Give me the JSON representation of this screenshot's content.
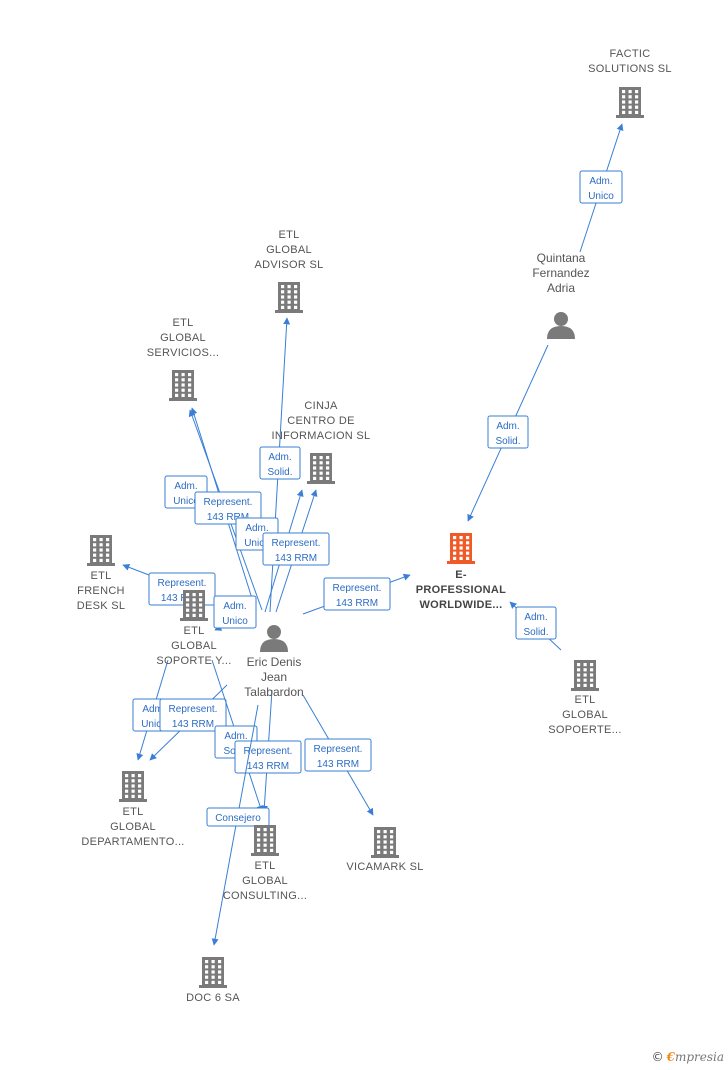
{
  "colors": {
    "edge": "#3a7fd5",
    "node": "#7a7a7a",
    "focus_node": "#f05a28",
    "label": "#555555"
  },
  "nodes": [
    {
      "id": "factic",
      "type": "company",
      "lines": [
        "FACTIC",
        "SOLUTIONS  SL"
      ]
    },
    {
      "id": "quintana",
      "type": "person",
      "lines": [
        "Quintana",
        "Fernandez",
        "Adria"
      ]
    },
    {
      "id": "advisor",
      "type": "company",
      "lines": [
        "ETL",
        "GLOBAL",
        "ADVISOR  SL"
      ]
    },
    {
      "id": "servicios",
      "type": "company",
      "lines": [
        "ETL",
        "GLOBAL",
        "SERVICIOS..."
      ]
    },
    {
      "id": "cinja",
      "type": "company",
      "lines": [
        "CINJA",
        "CENTRO DE",
        "INFORMACION SL"
      ]
    },
    {
      "id": "eprof",
      "type": "company",
      "focus": true,
      "lines": [
        "E-",
        "PROFESSIONAL",
        "WORLDWIDE..."
      ]
    },
    {
      "id": "french",
      "type": "company",
      "lines": [
        "ETL",
        "FRENCH",
        "DESK  SL"
      ]
    },
    {
      "id": "soporte",
      "type": "company",
      "lines": [
        "ETL",
        "GLOBAL",
        "SOPORTE Y..."
      ]
    },
    {
      "id": "eric",
      "type": "person",
      "lines": [
        "Eric Denis",
        "Jean",
        "Talabardon"
      ]
    },
    {
      "id": "sopoerte",
      "type": "company",
      "lines": [
        "ETL",
        "GLOBAL",
        "SOPOERTE..."
      ]
    },
    {
      "id": "departamento",
      "type": "company",
      "lines": [
        "ETL",
        "GLOBAL",
        "DEPARTAMENTO..."
      ]
    },
    {
      "id": "consulting",
      "type": "company",
      "lines": [
        "ETL",
        "GLOBAL",
        "CONSULTING..."
      ]
    },
    {
      "id": "vicamark",
      "type": "company",
      "lines": [
        "VICAMARK  SL"
      ]
    },
    {
      "id": "doc6",
      "type": "company",
      "lines": [
        "DOC 6 SA"
      ]
    }
  ],
  "edges": [
    {
      "id": "e1",
      "label": [
        "Adm.",
        "Unico"
      ]
    },
    {
      "id": "e2",
      "label": [
        "Adm.",
        "Solid."
      ]
    },
    {
      "id": "e3",
      "label": [
        "Adm.",
        "Solid."
      ]
    },
    {
      "id": "e4",
      "label": [
        "Adm.",
        "Solid."
      ]
    },
    {
      "id": "e5",
      "label": [
        "Adm.",
        "Unico"
      ]
    },
    {
      "id": "e6",
      "label": [
        "Represent.",
        "143 RRM"
      ]
    },
    {
      "id": "e7",
      "label": [
        "Adm.",
        "Unico"
      ]
    },
    {
      "id": "e8",
      "label": [
        "Represent.",
        "143 RRM"
      ]
    },
    {
      "id": "e9",
      "label": [
        "Represent.",
        "143 RRM"
      ]
    },
    {
      "id": "e10",
      "label": [
        "Represent.",
        "143 RRM"
      ]
    },
    {
      "id": "e11",
      "label": [
        "Adm.",
        "Unico"
      ]
    },
    {
      "id": "e12",
      "label": [
        "Adm.",
        "Unico"
      ]
    },
    {
      "id": "e13",
      "label": [
        "Represent.",
        "143 RRM"
      ]
    },
    {
      "id": "e14",
      "label": [
        "Adm.",
        "Solid."
      ]
    },
    {
      "id": "e15",
      "label": [
        "Represent.",
        "143 RRM"
      ]
    },
    {
      "id": "e16",
      "label": [
        "Represent.",
        "143 RRM"
      ]
    },
    {
      "id": "e17",
      "label": [
        "Consejero"
      ]
    }
  ],
  "footer": {
    "copyright": "©",
    "brand_initial": "€",
    "brand_rest": "mpresia"
  }
}
